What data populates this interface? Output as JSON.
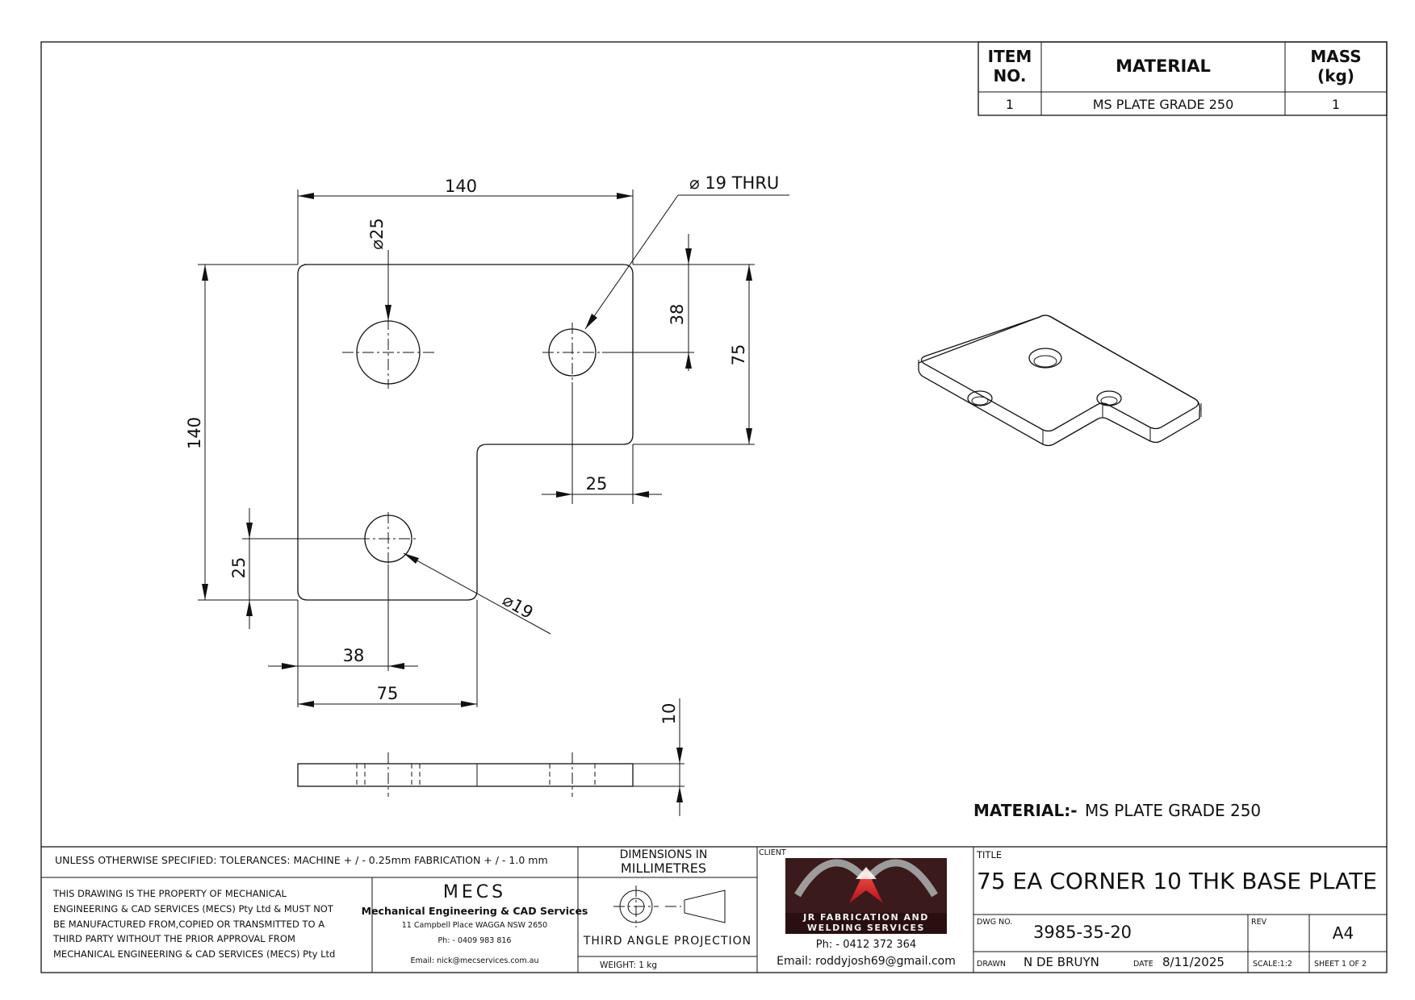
{
  "bom": {
    "headers": {
      "item_line1": "ITEM",
      "item_line2": "NO.",
      "material": "MATERIAL",
      "mass_line1": "MASS",
      "mass_line2": "(kg)"
    },
    "rows": [
      {
        "item": "1",
        "material": "MS PLATE GRADE 250",
        "mass": "1"
      }
    ]
  },
  "dimensions": {
    "top_width": "140",
    "left_height": "140",
    "hole_large": "⌀25",
    "hole_thru": "⌀ 19 THRU",
    "hole_small": "⌀19",
    "right_38": "38",
    "right_75": "75",
    "bottom_25": "25",
    "left_25": "25",
    "bottom_38": "38",
    "bottom_75": "75",
    "thickness": "10"
  },
  "material_note": {
    "label": "MATERIAL:-",
    "value": "MS PLATE GRADE 250"
  },
  "title_block": {
    "tolerances": "UNLESS OTHERWISE SPECIFIED: TOLERANCES: MACHINE + / - 0.25mm  FABRICATION + / - 1.0 mm",
    "units_line1": "DIMENSIONS IN",
    "units_line2": "MILLIMETRES",
    "client_label": "CLIENT",
    "title_label": "TITLE",
    "title": "75 EA CORNER 10 THK BASE PLATE",
    "property_notice": [
      "THIS DRAWING IS THE PROPERTY OF MECHANICAL",
      "ENGINEERING & CAD SERVICES (MECS) Pty Ltd & MUST NOT",
      "BE MANUFACTURED FROM,COPIED OR TRANSMITTED TO A",
      "THIRD PARTY WITHOUT THE PRIOR APPROVAL FROM",
      "MECHANICAL ENGINEERING & CAD SERVICES (MECS) Pty Ltd"
    ],
    "company": {
      "logo_text": "MECS",
      "name": "Mechanical Engineering & CAD Services",
      "address": "11 Campbell Place WAGGA NSW 2650",
      "phone": "Ph: - 0409 983 816",
      "email": "Email: nick@mecservices.com.au"
    },
    "projection": "THIRD ANGLE PROJECTION",
    "weight": "WEIGHT: 1 kg",
    "client": {
      "logo_line1": "JR FABRICATION AND",
      "logo_line2": "WELDING SERVICES",
      "phone": "Ph: - 0412 372 364",
      "email": "Email: roddyjosh69@gmail.com"
    },
    "dwg_no_label": "DWG NO.",
    "dwg_no": "3985-35-20",
    "rev_label": "REV",
    "rev": "A4",
    "drawn_label": "DRAWN",
    "drawn": "N DE BRUYN",
    "date_label": "DATE",
    "date": "8/11/2025",
    "scale": "SCALE:1:2",
    "sheet": "SHEET 1 OF 2"
  }
}
